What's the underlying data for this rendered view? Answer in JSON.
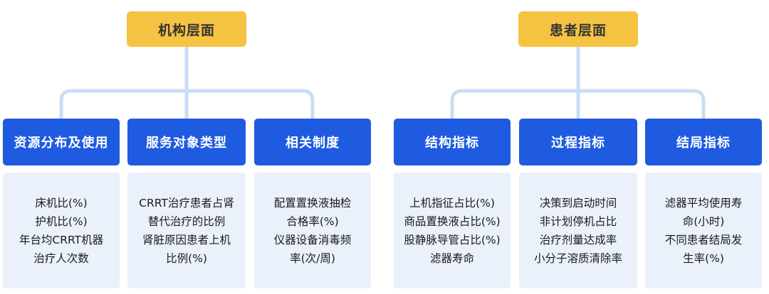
{
  "colors": {
    "top": "#F5C242",
    "mid": "#1F5BE0",
    "leaf": "#EAF1FB",
    "connector": "#C9DDF5"
  },
  "groups": [
    {
      "title": "机构层面",
      "categories": [
        {
          "label": "资源分布及使用",
          "items": [
            "床机比(%)",
            "护机比(%)",
            "年台均CRRT机器",
            "治疗人次数"
          ]
        },
        {
          "label": "服务对象类型",
          "items": [
            "CRRT治疗患者占肾",
            "替代治疗的比例",
            "肾脏原因患者上机",
            "比例(%)"
          ]
        },
        {
          "label": "相关制度",
          "items": [
            "配置置换液抽检",
            "合格率(%)",
            "仪器设备消毒频",
            "率(次/周)"
          ]
        }
      ]
    },
    {
      "title": "患者层面",
      "categories": [
        {
          "label": "结构指标",
          "items": [
            "上机指征占比(%)",
            "商品置换液占比(%)",
            "股静脉导管占比(%)",
            "滤器寿命"
          ]
        },
        {
          "label": "过程指标",
          "items": [
            "决策到启动时间",
            "非计划停机占比",
            "治疗剂量达成率",
            "小分子溶质清除率"
          ]
        },
        {
          "label": "结局指标",
          "items": [
            "滤器平均使用寿",
            "命(小时)",
            "不同患者结局发",
            "生率(%)"
          ]
        }
      ]
    }
  ]
}
